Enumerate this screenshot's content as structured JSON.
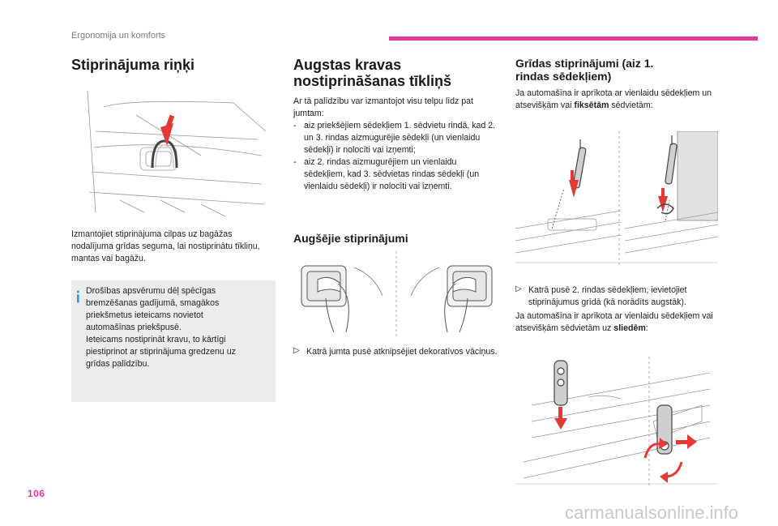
{
  "header": {
    "section": "Ergonomija un komforts",
    "accent_color": "#e23a9a"
  },
  "page_number": "106",
  "watermark": "carmanualsonline.info",
  "col1": {
    "title": "Stiprinājuma riņķi",
    "body": "Izmantojiet stiprinājuma cilpas uz bagāžas nodalījuma grīdas seguma, lai nostiprinātu tīkliņu, mantas vai bagāžu.",
    "info_lines": [
      "Drošības apsvērumu dēļ spēcīgas",
      "bremzēšanas gadījumā, smagākos",
      "priekšmetus ieteicams novietot",
      "automašīnas priekšpusē.",
      "Ieteicams nostiprināt kravu, to kārtīgi",
      "piestiprinot ar stiprinājuma gredzenu uz",
      "grīdas palīdzību."
    ]
  },
  "col2": {
    "title_line1": "Augstas kravas",
    "title_line2": "nostiprināšanas tīkliņš",
    "intro": "Ar tā palīdzību var izmantojot visu telpu līdz pat jumtam:",
    "items": [
      "aiz priekšējiem sēdekļiem 1. sēdvietu rindā, kad 2. un 3. rindas aizmugurējie sēdekļi (un vienlaidu sēdekļi) ir nolocīti vai izņemti;",
      "aiz 2. rindas aizmugurējiem un vienlaidu sēdekļiem, kad 3. sēdvietas rindas sēdekļi (un vienlaidu sēdekļi) ir nolocīti vai izņemti."
    ],
    "subtitle": "Augšējie stiprinājumi",
    "step": "Katrā jumta pusē atknipsējiet dekoratīvos vāciņus."
  },
  "col3": {
    "title_line1": "Grīdas stiprinājumi (aiz 1.",
    "title_line2": "rindas sēdekļiem)",
    "p1_text": "Ja automašīna ir aprīkota ar vienlaidu sēdekļiem un atsevišķām vai ",
    "p1_bold": "fiksētām",
    "p1_end": " sēdvietām:",
    "step": "Katrā pusē 2. rindas sēdekļiem, ievietojiet stiprinājumus grīdā (kā norādīts augstāk).",
    "p2_text": "Ja automašīna ir aprīkota ar vienlaidu sēdekļiem vai atsevišķām sēdvietām uz ",
    "p2_bold": "sliedēm",
    "p2_end": ":"
  },
  "icons": {
    "step_arrow": "step-arrow-icon",
    "info": "info-icon"
  }
}
